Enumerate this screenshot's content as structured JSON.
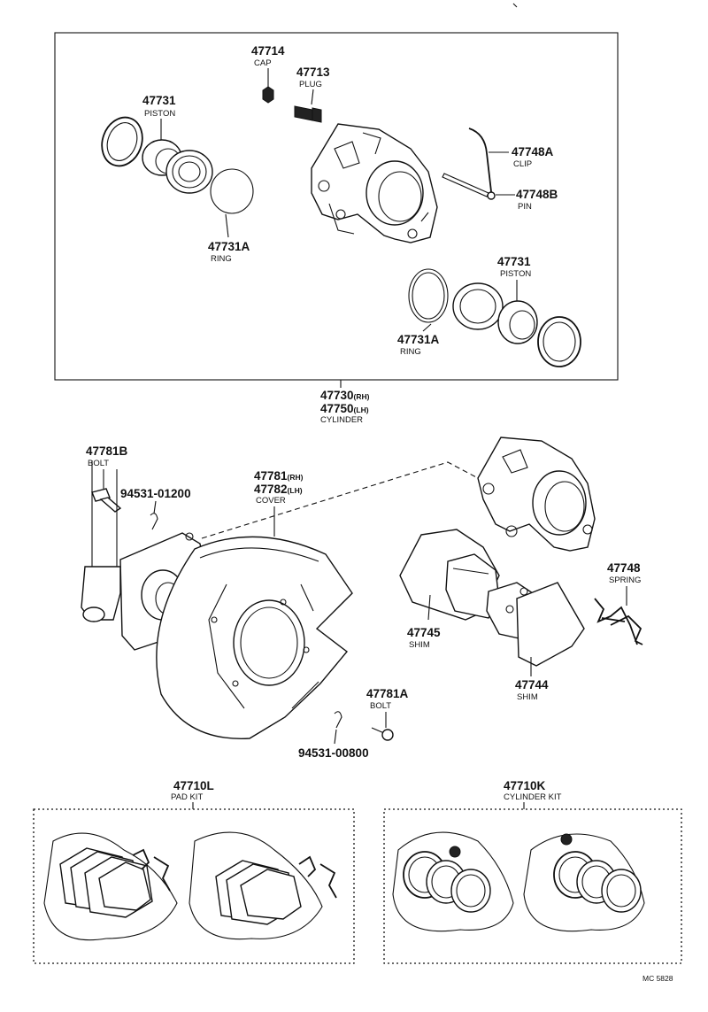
{
  "parts": {
    "p47714": {
      "number": "47714",
      "name": "CAP"
    },
    "p47713": {
      "number": "47713",
      "name": "PLUG"
    },
    "p47731_top": {
      "number": "47731",
      "name": "PISTON"
    },
    "p47748A": {
      "number": "47748A",
      "name": "CLIP"
    },
    "p47748B": {
      "number": "47748B",
      "name": "PIN"
    },
    "p47731A_top": {
      "number": "47731A",
      "name": "RING"
    },
    "p47731_right": {
      "number": "47731",
      "name": "PISTON"
    },
    "p47731A_bottom": {
      "number": "47731A",
      "name": "RING"
    },
    "cylinder": {
      "number_rh": "47730",
      "suffix_rh": "(RH)",
      "number_lh": "47750",
      "suffix_lh": "(LH)",
      "name": "CYLINDER"
    },
    "p47781B": {
      "number": "47781B",
      "name": "BOLT"
    },
    "p94531_01200": {
      "number": "94531-01200"
    },
    "cover": {
      "number_rh": "47781",
      "suffix_rh": "(RH)",
      "number_lh": "47782",
      "suffix_lh": "(LH)",
      "name": "COVER"
    },
    "p47748": {
      "number": "47748",
      "name": "SPRING"
    },
    "p47745": {
      "number": "47745",
      "name": "SHIM"
    },
    "p47744": {
      "number": "47744",
      "name": "SHIM"
    },
    "p47781A": {
      "number": "47781A",
      "name": "BOLT"
    },
    "p94531_00800": {
      "number": "94531-00800"
    },
    "pad_kit": {
      "number": "47710L",
      "name": "PAD KIT"
    },
    "cylinder_kit": {
      "number": "47710K",
      "name": "CYLINDER KIT"
    }
  },
  "footer": {
    "code": "MC 5828"
  }
}
